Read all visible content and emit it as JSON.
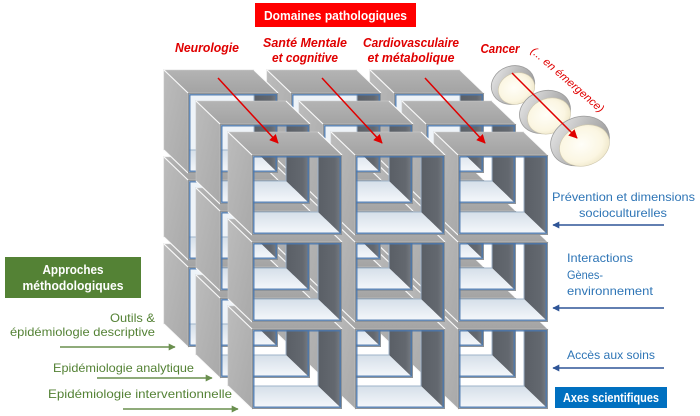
{
  "domains": {
    "title": "Domaines pathologiques",
    "items": [
      {
        "lines": [
          "Neurologie"
        ]
      },
      {
        "lines": [
          "Santé Mentale",
          "et cognitive"
        ]
      },
      {
        "lines": [
          "Cardiovasculaire",
          "et métabolique"
        ]
      },
      {
        "lines": [
          "Cancer"
        ]
      }
    ],
    "emerging_label": "(... en  émergence)",
    "emerging_discs": 3
  },
  "axes": {
    "title": "Axes scientifiques",
    "items": [
      {
        "lines": [
          "Prévention et dimensions",
          "socioculturelles"
        ]
      },
      {
        "lines": [
          "Interactions",
          "Gènes-",
          "environnement"
        ]
      },
      {
        "lines": [
          "Accès aux soins"
        ]
      }
    ]
  },
  "methods": {
    "title_lines": [
      "Approches",
      "méthodologiques"
    ],
    "items": [
      {
        "lines": [
          "Outils &",
          "épidémiologie descriptive"
        ]
      },
      {
        "lines": [
          "Epidémiologie analytique"
        ]
      },
      {
        "lines": [
          "Epidémiologie  interventionnelle"
        ]
      }
    ]
  },
  "grid": {
    "layers": 3,
    "rows": 3,
    "columns": 3
  },
  "colors": {
    "domains_red": "#ff0000",
    "domains_text_red": "#e00000",
    "axes_blue_text": "#2e75b6",
    "axes_blue_box": "#0070c0",
    "axes_arrow": "#2f5597",
    "methods_green_text": "#548235",
    "methods_green_box": "#548235",
    "methods_arrow": "#6a8f4e"
  }
}
